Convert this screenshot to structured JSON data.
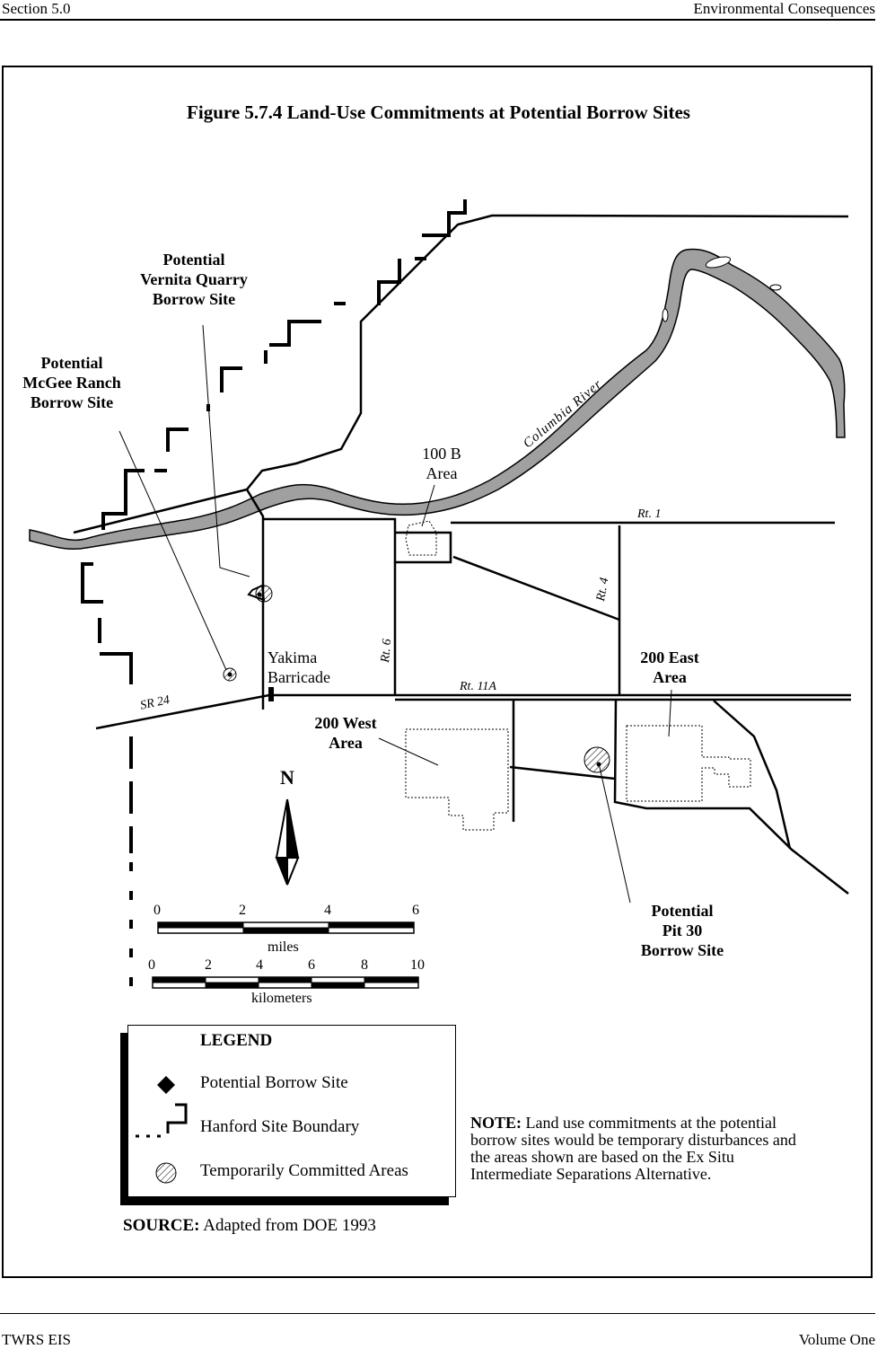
{
  "header": {
    "section": "Section 5.0",
    "chapter": "Environmental Consequences"
  },
  "footer": {
    "doc": "TWRS EIS",
    "volume": "Volume One"
  },
  "figure": {
    "title": "Figure 5.7.4  Land-Use Commitments at Potential Borrow Sites"
  },
  "map": {
    "labels": {
      "vernita": [
        "Potential",
        "Vernita Quarry",
        "Borrow Site"
      ],
      "mcgee": [
        "Potential",
        "McGee Ranch",
        "Borrow Site"
      ],
      "area100b": [
        "100 B",
        "Area"
      ],
      "yakima": [
        "Yakima",
        "Barricade"
      ],
      "east200": [
        "200 East",
        "Area"
      ],
      "west200": [
        "200 West",
        "Area"
      ],
      "pit30": [
        "Potential",
        "Pit 30",
        "Borrow Site"
      ],
      "river": "Columbia River",
      "north": "N"
    },
    "roads": {
      "rt1": "Rt. 1",
      "rt4": "Rt. 4",
      "rt6": "Rt. 6",
      "rt11a": "Rt. 11A",
      "sr24": "SR 24"
    },
    "colors": {
      "river": "#a0a0a0",
      "lines": "#000000"
    }
  },
  "scale": {
    "miles": {
      "ticks": [
        "0",
        "2",
        "4",
        "6"
      ],
      "unit": "miles"
    },
    "km": {
      "ticks": [
        "0",
        "2",
        "4",
        "6",
        "8",
        "10"
      ],
      "unit": "kilometers"
    }
  },
  "legend": {
    "title": "LEGEND",
    "items": [
      {
        "icon": "diamond-icon",
        "label": "Potential Borrow Site"
      },
      {
        "icon": "boundary-icon",
        "label": "Hanford Site Boundary"
      },
      {
        "icon": "hatched-circle-icon",
        "label": "Temporarily Committed Areas"
      }
    ]
  },
  "note": {
    "prefix": "NOTE:",
    "text": " Land use commitments at the potential borrow sites would be temporary disturbances and the areas shown are based on the Ex Situ Intermediate Separations Alternative."
  },
  "source": {
    "prefix": "SOURCE:",
    "text": " Adapted from DOE 1993"
  }
}
